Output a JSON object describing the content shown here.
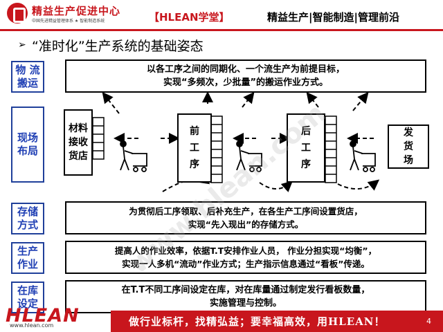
{
  "header": {
    "logo_title": "精益生产促进中心",
    "logo_sub": "中国先进精益管理体系 ★ 智能制造系统",
    "brand": "【HLEAN学堂】",
    "tagline": "精益生产|智能制造|管理前沿"
  },
  "slide": {
    "bullet": "➢",
    "title": "“准时化”生产系统的基础姿态"
  },
  "rows": [
    {
      "label": "物 流\n搬运",
      "text1": "以各工序之间的同期化、一个流生产为前提目标，",
      "text2": "实现“多频次，少批量”的搬运作业方式。"
    },
    {
      "label": "现场\n布局"
    },
    {
      "label": "存储\n方式",
      "text1": "为贯彻后工序领取、后补充生产，在各生产工序间设置货店，",
      "text2": "实现“先入现出”的存储方式。"
    },
    {
      "label": "生产\n作业",
      "text1": "提高人的作业效率，依据T.T安排作业人员，  作业分担实现“均衡”，",
      "text2": "实现一人多机“流动”作业方式；生产指示信息通过“看板”传递。"
    },
    {
      "label": "在库\n设定",
      "text1": "在T.T不同工序间设定在库，对在库量通过制定发行看板数量，",
      "text2": "实施管理与控制。"
    }
  ],
  "layout_boxes": {
    "store": "材料接收货店",
    "prev": "前工序",
    "next": "后工序",
    "ship": "发货场"
  },
  "footer": {
    "logo": "HLEAN",
    "url": "www.hlean.com",
    "slogan": "做行业标杆，找精弘益；要幸福高效，用HLEAN！",
    "page": "4"
  },
  "watermark": "www.hlean.com",
  "colors": {
    "accent": "#c8161d",
    "label_blue": "#1f3fb4"
  }
}
